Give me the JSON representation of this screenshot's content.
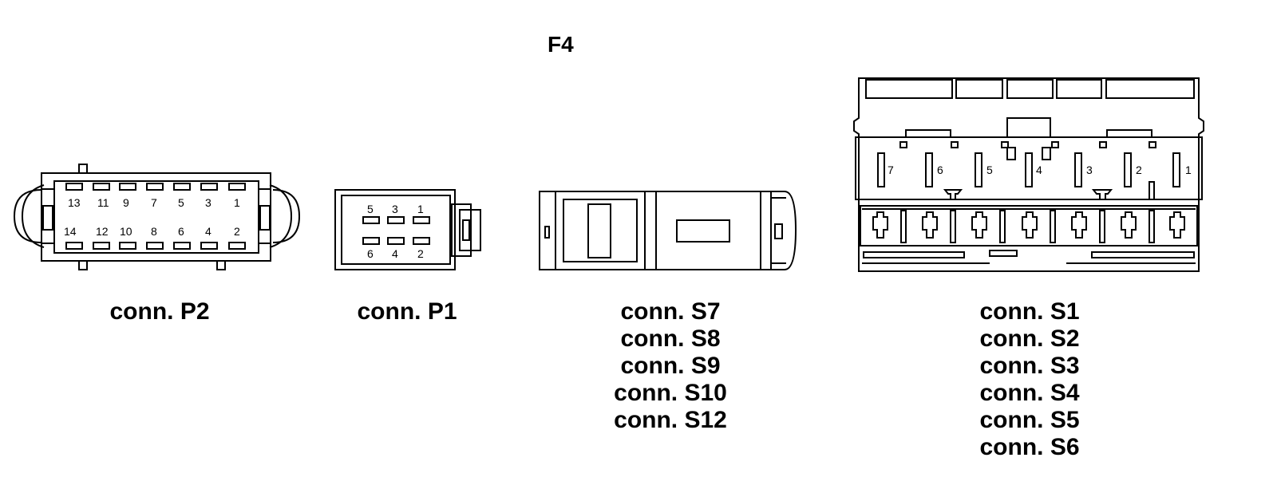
{
  "title": "F4",
  "connectors": {
    "p2": {
      "caption": "conn. P2",
      "top_pins": [
        "13",
        "11",
        "9",
        "7",
        "5",
        "3",
        "1"
      ],
      "bottom_pins": [
        "14",
        "12",
        "10",
        "8",
        "6",
        "4",
        "2"
      ]
    },
    "p1": {
      "caption": "conn. P1",
      "top_pins": [
        "5",
        "3",
        "1"
      ],
      "bottom_pins": [
        "6",
        "4",
        "2"
      ]
    },
    "s7": {
      "captions": [
        "conn. S7",
        "conn. S8",
        "conn. S9",
        "conn. S10",
        "conn. S12"
      ]
    },
    "s1": {
      "captions": [
        "conn. S1",
        "conn. S2",
        "conn. S3",
        "conn. S4",
        "conn. S5",
        "conn. S6"
      ],
      "pins": [
        "7",
        "6",
        "5",
        "4",
        "3",
        "2",
        "1"
      ]
    }
  }
}
